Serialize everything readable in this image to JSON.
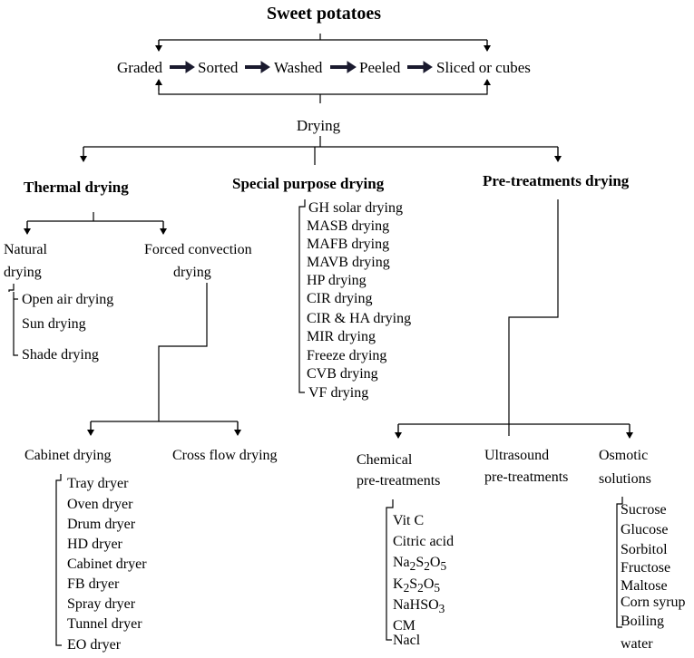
{
  "title": "Sweet potatoes",
  "chain": [
    "Graded",
    "Sorted",
    "Washed",
    "Peeled",
    "Sliced  or cubes"
  ],
  "drying": "Drying",
  "branches": {
    "thermal": "Thermal drying",
    "special": "Special purpose drying",
    "pretreat": "Pre-treatments drying"
  },
  "thermal": {
    "natural": [
      "Natural",
      "drying"
    ],
    "forced": [
      "Forced convection",
      "drying"
    ],
    "natural_items": [
      "Open air drying",
      "Sun drying",
      "Shade drying"
    ]
  },
  "special_items": [
    "GH solar drying",
    "MASB drying",
    "MAFB drying",
    "MAVB drying",
    "HP drying",
    "CIR drying",
    "CIR & HA drying",
    "MIR drying",
    "Freeze drying",
    "CVB drying",
    "VF drying"
  ],
  "forced_children": {
    "cabinet": "Cabinet drying",
    "cross": "Cross flow drying",
    "cabinet_items": [
      "Tray dryer",
      "Oven dryer",
      "Drum dryer",
      "HD dryer",
      "Cabinet dryer",
      "FB dryer",
      "Spray dryer",
      "Tunnel dryer",
      "EO dryer"
    ]
  },
  "pretreatments": {
    "chemical": [
      "Chemical",
      "pre-treatments"
    ],
    "ultrasound": [
      "Ultrasound",
      "pre-treatments"
    ],
    "osmotic": [
      "Osmotic",
      "solutions"
    ],
    "chemical_items": {
      "vitc": "Vit C",
      "citric": "Citric  acid",
      "na2s2o5": {
        "a": "Na",
        "s1": "2",
        "b": "S",
        "s2": "2",
        "c": "O",
        "s3": "5"
      },
      "k2s2o5": {
        "a": "K",
        "s1": "2",
        "b": "S",
        "s2": "2",
        "c": "O",
        "s3": "5"
      },
      "nahso3": {
        "a": "NaHSO",
        "s1": "3"
      },
      "cm": "CM",
      "nacl": "Nacl"
    },
    "osmotic_items": [
      "Sucrose",
      "Glucose",
      "Sorbitol",
      "Fructose",
      "Maltose",
      "Corn syrup",
      "Boiling",
      "water"
    ]
  }
}
